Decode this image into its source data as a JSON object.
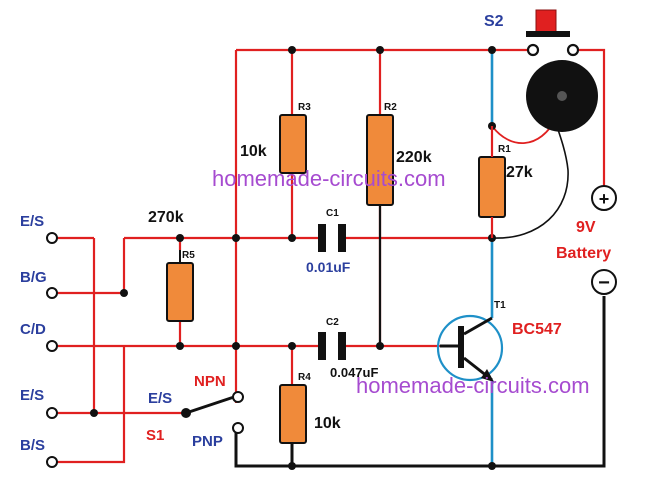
{
  "watermark": "homemade-circuits.com",
  "switch_s2_label": "S2",
  "battery": {
    "voltage": "9V",
    "label": "Battery",
    "plus": "+",
    "minus": "−"
  },
  "resistors": {
    "r1": {
      "ref": "R1",
      "value": "27k"
    },
    "r2": {
      "ref": "R2",
      "value": "220k"
    },
    "r3": {
      "ref": "R3",
      "value": "10k"
    },
    "r4": {
      "ref": "R4",
      "value": "10k"
    },
    "r5": {
      "ref": "R5",
      "value": "270k"
    }
  },
  "capacitors": {
    "c1": {
      "ref": "C1",
      "value": "0.01uF"
    },
    "c2": {
      "ref": "C2",
      "value": "0.047uF"
    }
  },
  "transistor": {
    "ref": "T1",
    "part": "BC547"
  },
  "probe_terminals": [
    "E/S",
    "B/G",
    "C/D",
    "E/S",
    "B/S"
  ],
  "switch_s1": {
    "label": "S1",
    "common": "E/S",
    "npn": "NPN",
    "pnp": "PNP"
  },
  "colors": {
    "wire_red": "#e02020",
    "wire_black": "#111111",
    "wire_blue": "#1e90c8",
    "resistor_fill": "#f08a3a",
    "label_blue": "#2b3f9e",
    "label_red": "#e02020",
    "watermark": "#a64bd0",
    "button_red": "#e02020"
  }
}
